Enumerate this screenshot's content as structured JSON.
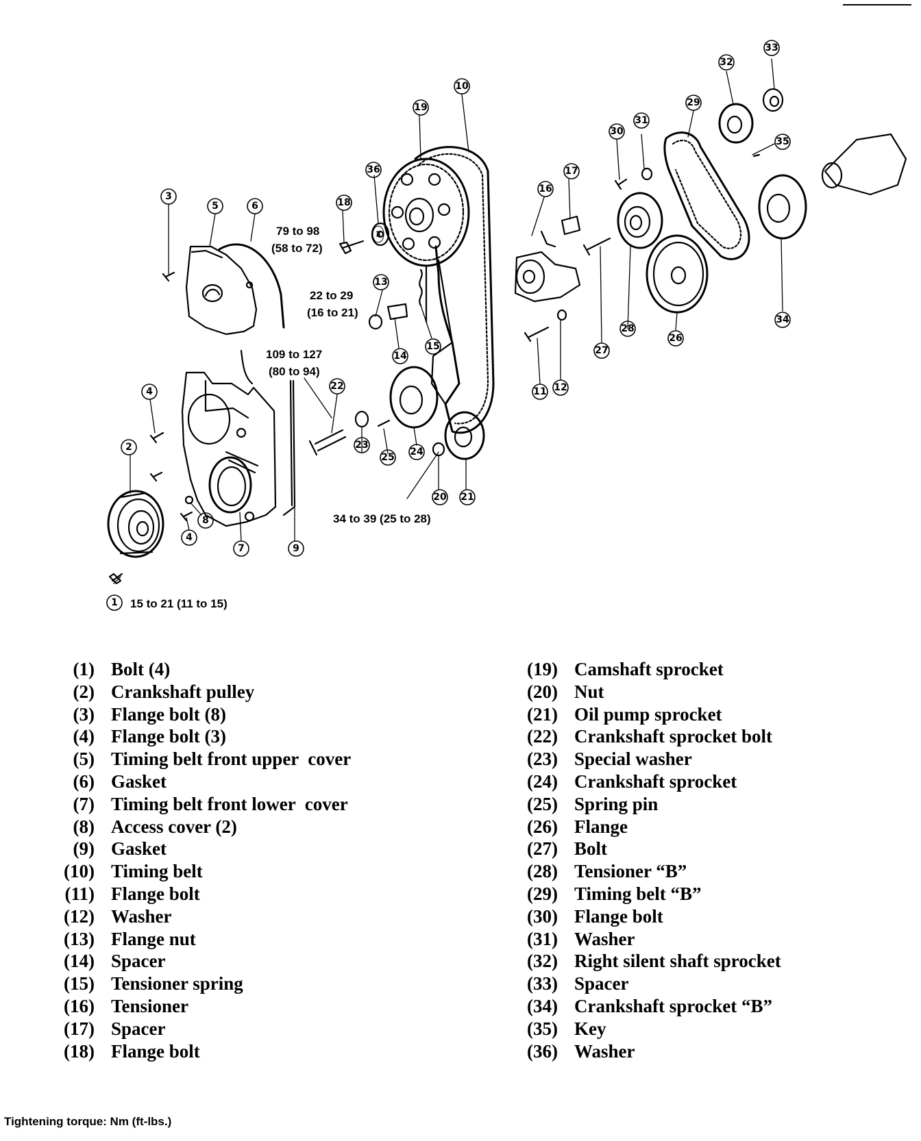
{
  "callouts": [
    "1",
    "2",
    "3",
    "4",
    "4",
    "5",
    "6",
    "7",
    "8",
    "9",
    "10",
    "11",
    "12",
    "13",
    "14",
    "15",
    "16",
    "17",
    "18",
    "19",
    "20",
    "21",
    "22",
    "23",
    "24",
    "25",
    "26",
    "27",
    "28",
    "29",
    "30",
    "31",
    "32",
    "33",
    "34",
    "35",
    "36",
    "3"
  ],
  "torque_labels": [
    {
      "line1": "79 to 98",
      "line2": "(58 to 72)"
    },
    {
      "line1": "22 to 29",
      "line2": "(16 to 21)"
    },
    {
      "line1": "109 to 127",
      "line2": "(80 to 94)"
    },
    {
      "line1": "34 to 39 (25 to 28)",
      "line2": ""
    },
    {
      "line1": "15 to 21 (11 to 15)",
      "line2": ""
    }
  ],
  "legend_left": [
    {
      "num": "(1)",
      "label": "Bolt (4)"
    },
    {
      "num": "(2)",
      "label": "Crankshaft pulley"
    },
    {
      "num": "(3)",
      "label": "Flange bolt (8)"
    },
    {
      "num": "(4)",
      "label": "Flange bolt (3)"
    },
    {
      "num": "(5)",
      "label": "Timing belt front upper  cover"
    },
    {
      "num": "(6)",
      "label": "Gasket"
    },
    {
      "num": "(7)",
      "label": "Timing belt front lower  cover"
    },
    {
      "num": "(8)",
      "label": "Access cover (2)"
    },
    {
      "num": "(9)",
      "label": "Gasket"
    },
    {
      "num": "(10)",
      "label": "Timing belt"
    },
    {
      "num": "(11)",
      "label": "Flange bolt"
    },
    {
      "num": "(12)",
      "label": "Washer"
    },
    {
      "num": "(13)",
      "label": "Flange nut"
    },
    {
      "num": "(14)",
      "label": "Spacer"
    },
    {
      "num": "(15)",
      "label": "Tensioner spring"
    },
    {
      "num": "(16)",
      "label": "Tensioner"
    },
    {
      "num": "(17)",
      "label": "Spacer"
    },
    {
      "num": "(18)",
      "label": "Flange bolt"
    }
  ],
  "legend_right": [
    {
      "num": "(19)",
      "label": "Camshaft sprocket"
    },
    {
      "num": "(20)",
      "label": "Nut"
    },
    {
      "num": "(21)",
      "label": "Oil pump sprocket"
    },
    {
      "num": "(22)",
      "label": "Crankshaft sprocket bolt"
    },
    {
      "num": "(23)",
      "label": "Special washer"
    },
    {
      "num": "(24)",
      "label": "Crankshaft sprocket"
    },
    {
      "num": "(25)",
      "label": "Spring pin"
    },
    {
      "num": "(26)",
      "label": "Flange"
    },
    {
      "num": "(27)",
      "label": "Bolt"
    },
    {
      "num": "(28)",
      "label": "Tensioner “B”"
    },
    {
      "num": "(29)",
      "label": "Timing belt “B”"
    },
    {
      "num": "(30)",
      "label": "Flange bolt"
    },
    {
      "num": "(31)",
      "label": "Washer"
    },
    {
      "num": "(32)",
      "label": "Right silent shaft sprocket"
    },
    {
      "num": "(33)",
      "label": "Spacer"
    },
    {
      "num": "(34)",
      "label": "Crankshaft sprocket “B”"
    },
    {
      "num": "(35)",
      "label": "Key"
    },
    {
      "num": "(36)",
      "label": "Washer"
    }
  ],
  "footnote": "Tightening torque: Nm (ft-lbs.)"
}
